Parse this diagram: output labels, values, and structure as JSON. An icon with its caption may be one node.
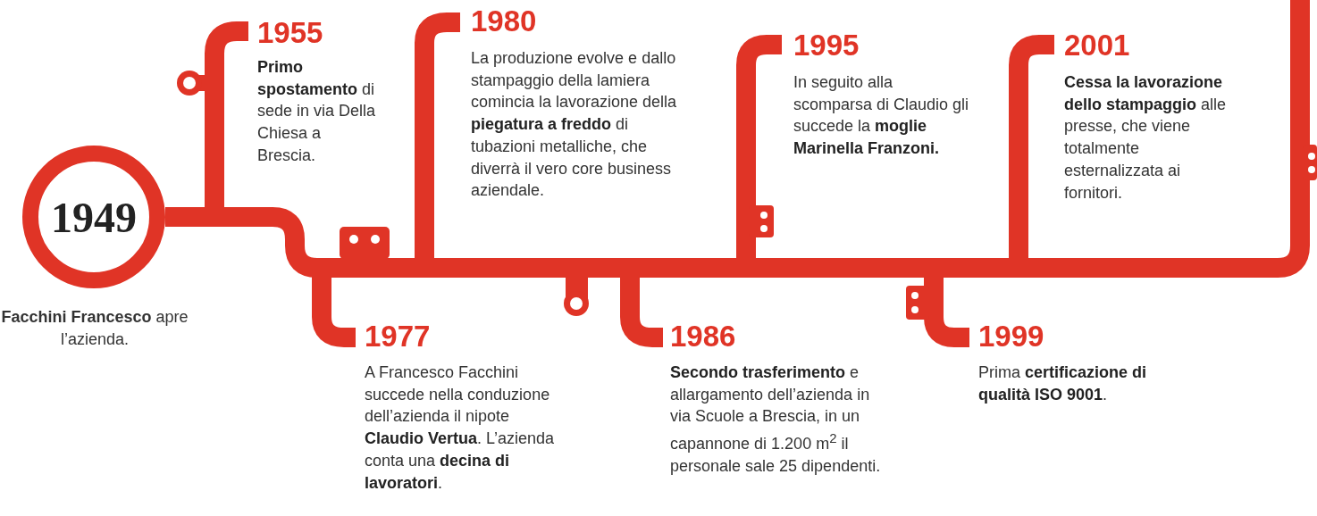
{
  "diagram": {
    "nodes": [
      {
        "text": [
          "1949"
        ],
        "beside": [
          "**Facchini Francesco** apre l’azienda."
        ]
      }
    ],
    "edges": [],
    "labels": [
      "1955",
      "**Primo spostamento** di sede in via Della Chiesa a Brescia.",
      "1977",
      "A Francesco Facchini succede nella conduzione dell’azienda il nipote **Claudio Vertua**. L’azienda conta una **decina di lavoratori**.",
      "1980",
      "La produzione evolve e dallo stampaggio della lamiera comincia la lavorazione della **piegatura a freddo** di tubazioni metalliche, che diverrà il vero core business aziendale.",
      "1986",
      "**Secondo trasferimento** e allargamento dell’azienda in via Scuole a Brescia, in un capannone di 1.200 m$^{2}$ il personale sale 25 dipendenti.",
      "1995",
      "In seguito alla scomparsa di Claudio gli succede la **moglie Marinella Franzoni.**",
      "1999",
      "Prima **certificazione di qualità ISO 9001**.",
      "2001",
      "**Cessa la lavorazione dello stampaggio** alle presse, che viene totalmente esternalizzata ai fornitori."
    ]
  }
}
